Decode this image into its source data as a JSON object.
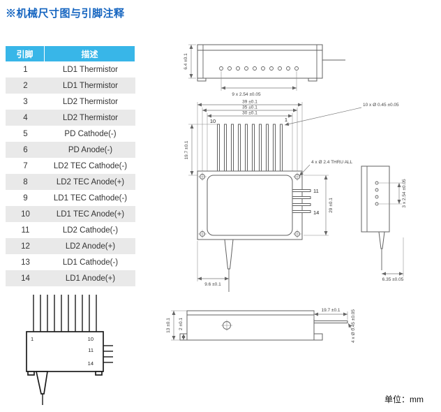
{
  "page": {
    "title": "※机械尺寸图与引脚注释",
    "unit_label": "单位：mm"
  },
  "pin_table": {
    "col_pin": "引脚",
    "col_desc": "描述",
    "rows": [
      {
        "pin": "1",
        "desc": "LD1 Thermistor"
      },
      {
        "pin": "2",
        "desc": "LD1 Thermistor"
      },
      {
        "pin": "3",
        "desc": "LD2 Thermistor"
      },
      {
        "pin": "4",
        "desc": "LD2 Thermistor"
      },
      {
        "pin": "5",
        "desc": "PD Cathode(-)"
      },
      {
        "pin": "6",
        "desc": "PD Anode(-)"
      },
      {
        "pin": "7",
        "desc": "LD2 TEC Cathode(-)"
      },
      {
        "pin": "8",
        "desc": "LD2 TEC Anode(+)"
      },
      {
        "pin": "9",
        "desc": "LD1 TEC Cathode(-)"
      },
      {
        "pin": "10",
        "desc": "LD1 TEC Anode(+)"
      },
      {
        "pin": "11",
        "desc": "LD2 Cathode(-)"
      },
      {
        "pin": "12",
        "desc": "LD2 Anode(+)"
      },
      {
        "pin": "13",
        "desc": "LD1 Cathode(-)"
      },
      {
        "pin": "14",
        "desc": "LD1 Anode(+)"
      }
    ]
  },
  "drawings": {
    "top_view": {
      "dim_height": "6.4 ±0.1",
      "dim_pitch": "9 x 2.54 ±0.05"
    },
    "main_view": {
      "dim_w1": "39 ±0.1",
      "dim_w2": "35 ±0.1",
      "dim_w3": "30 ±0.1",
      "dim_pin_len": "19.7 ±0.1",
      "dim_body_h": "29 ±0.1",
      "hole_note": "4 x Ø 2.4 THRU ALL",
      "pin_note_top": "10 x Ø 0.45 ±0.05",
      "dim_fiber_off": "9.6 ±0.1",
      "label_pin10": "10",
      "label_pin1": "1",
      "label_pin11": "11",
      "label_pin14": "14"
    },
    "side_view": {
      "dim_pitch": "3 x 2.54 ±0.05",
      "dim_offset": "6.35 ±0.05"
    },
    "front_view": {
      "dim_height": "13 ±0.1",
      "dim_base": "2 ±0.1",
      "dim_pin_len": "19.7 ±0.1",
      "pin_note": "4 x Ø 0.45 ±0.05"
    },
    "pin_diagram": {
      "label_pin1": "1",
      "label_pin10": "10",
      "label_pin11": "11",
      "label_pin14": "14"
    }
  }
}
